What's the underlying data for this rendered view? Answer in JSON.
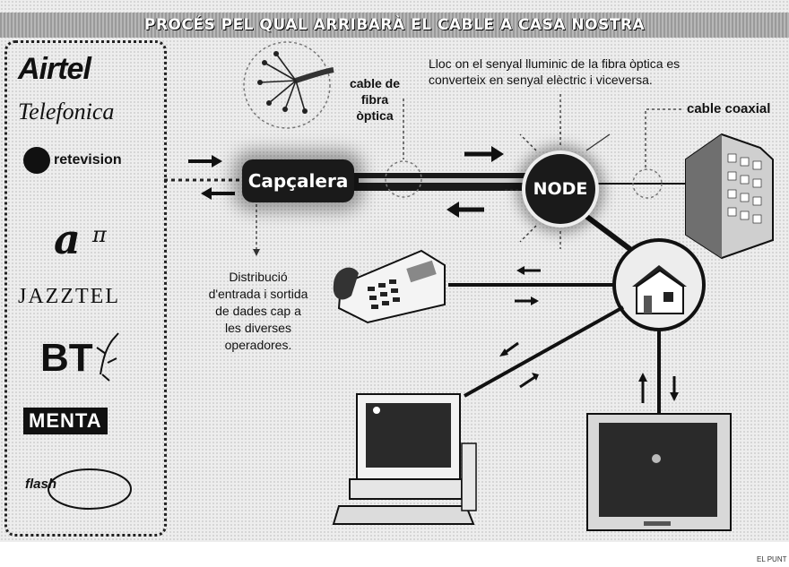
{
  "title": "PROCÉS PEL QUAL ARRIBARÀ EL CABLE A CASA NOSTRA",
  "operators": {
    "airtel": "Airtel",
    "telefonica": "Telefonica",
    "retevision": "retevision",
    "jazztel": "JAZZTEL",
    "bt": "BT",
    "menta": "MENTA",
    "flash": "flash"
  },
  "nodes": {
    "headend": "Capçalera",
    "node": "NODE"
  },
  "labels": {
    "fiber_lines": [
      "cable de",
      "fibra",
      "òptica"
    ],
    "node_info": "Lloc on el senyal lluminic de la fibra òptica es converteix en senyal elèctric i viceversa.",
    "coax": "cable coaxial",
    "distribution": "Distribució d'entrada i sortida de dades cap a les diverses operadores."
  },
  "credit": "EL PUNT",
  "icons": [
    "fiber-bundle-icon",
    "building-icon",
    "house-icon",
    "telephone-icon",
    "computer-icon",
    "television-icon"
  ]
}
